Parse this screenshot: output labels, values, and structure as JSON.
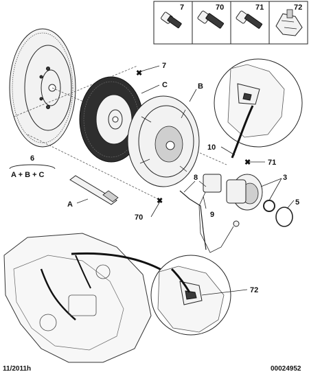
{
  "legend": {
    "boxes": [
      {
        "ref": "7"
      },
      {
        "ref": "70"
      },
      {
        "ref": "71"
      },
      {
        "ref": "72"
      }
    ]
  },
  "callouts": {
    "ref_7": "7",
    "ref_c": "C",
    "ref_b": "B",
    "ref_6": "6",
    "ref_6_formula": "A + B + C",
    "ref_a": "A",
    "ref_70": "70",
    "ref_10": "10",
    "ref_71": "71",
    "ref_8": "8",
    "ref_3": "3",
    "ref_9": "9",
    "ref_5": "5",
    "ref_72": "72"
  },
  "footer": {
    "date": "11/2011h",
    "diagram_number": "00024952"
  }
}
